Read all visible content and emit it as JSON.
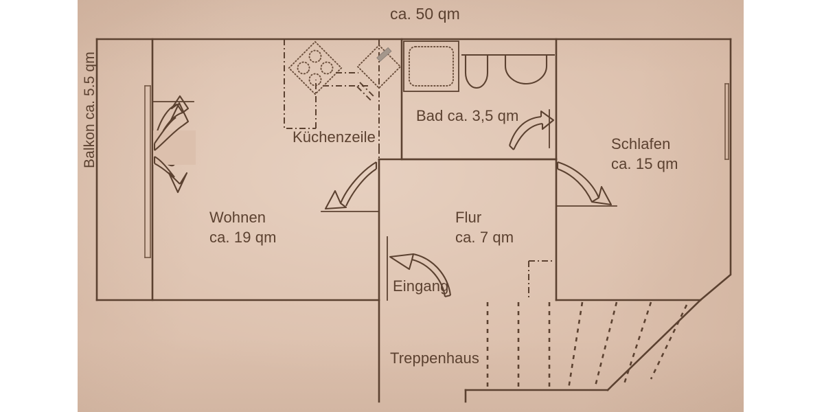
{
  "document": {
    "kind": "apartment-floor-plan",
    "title": "ca. 50 qm",
    "medium_tone_hex": "#dcc0ad",
    "ink_hex": "#5b4130",
    "page_background_hex": "#ffffff"
  },
  "header": {
    "total_area_label": "ca. 50 qm"
  },
  "rooms": [
    {
      "key": "balkon",
      "name": "Balkon",
      "area_label": "ca. 5.5 qm",
      "full_label": "Balkon ca. 5.5 qm",
      "orientation": "vertical"
    },
    {
      "key": "wohnen",
      "name": "Wohnen",
      "area_label": "ca. 19 qm",
      "line1": "Wohnen",
      "line2": "ca. 19 qm"
    },
    {
      "key": "bad",
      "name": "Bad",
      "area_label": "ca. 3,5 qm",
      "full_label": "Bad ca. 3,5 qm"
    },
    {
      "key": "schlafen",
      "name": "Schlafen",
      "area_label": "ca. 15 qm",
      "line1": "Schlafen",
      "line2": "ca. 15 qm"
    },
    {
      "key": "flur",
      "name": "Flur",
      "area_label": "ca. 7 qm",
      "line1": "Flur",
      "line2": "ca. 7 qm"
    }
  ],
  "annotations": {
    "kitchen_unit": "Küchenzeile",
    "entrance": "Eingang",
    "stairwell": "Treppenhaus"
  },
  "fixtures": [
    {
      "key": "stove",
      "name": "stove-4-burner",
      "burners": 4,
      "style": "dotted-rotated-square"
    },
    {
      "key": "sink",
      "name": "kitchen-sink-with-faucet",
      "style": "dotted-rotated-square"
    },
    {
      "key": "shower",
      "name": "shower-tray",
      "style": "dotted-rounded-square"
    },
    {
      "key": "toilet",
      "name": "toilet",
      "style": "solid-u-shape"
    },
    {
      "key": "washbasin",
      "name": "washbasin",
      "style": "solid-semicircle"
    }
  ],
  "doors": [
    {
      "key": "balcony-door-upper",
      "swing": "up"
    },
    {
      "key": "balcony-door-lower",
      "swing": "down"
    },
    {
      "key": "living-room-door",
      "swing": "down"
    },
    {
      "key": "bathroom-door",
      "swing": "right"
    },
    {
      "key": "bedroom-door",
      "swing": "down"
    },
    {
      "key": "entrance-door",
      "swing": "left"
    }
  ],
  "stairs": {
    "label": "Treppenhaus",
    "straight_treads": 3,
    "winder_treads": 4
  }
}
